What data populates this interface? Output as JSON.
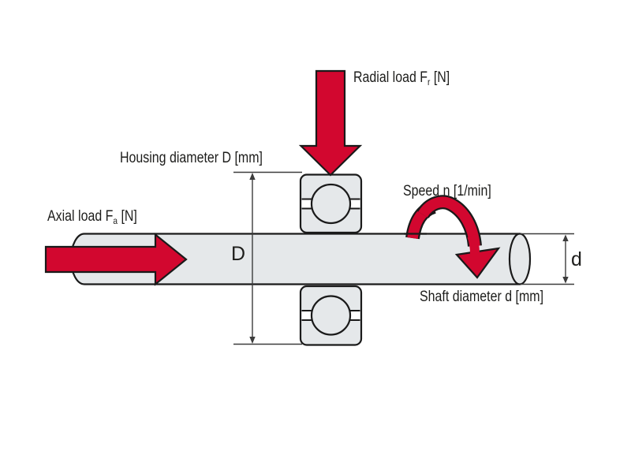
{
  "diagram": {
    "labels": {
      "radial_load": {
        "text": "Radial load F",
        "sub": "r",
        "unit": " [N]"
      },
      "axial_load": {
        "text": "Axial load F",
        "sub": "a",
        "unit": " [N]"
      },
      "housing_diameter": "Housing diameter D [mm]",
      "speed": "Speed n [1/min]",
      "shaft_diameter": "Shaft diameter d [mm]",
      "dimension_D": "D",
      "dimension_d": "d"
    },
    "icons": {
      "radial_arrow": "down-arrow",
      "axial_arrow": "right-arrow",
      "speed_arrow": "rotation-arrow"
    },
    "colors": {
      "arrow_red": "#d2072f",
      "part_gray": "#e5e8ea",
      "outline": "#1a1a1a",
      "dimension_line": "#3c3c3c",
      "background": "#ffffff"
    }
  }
}
